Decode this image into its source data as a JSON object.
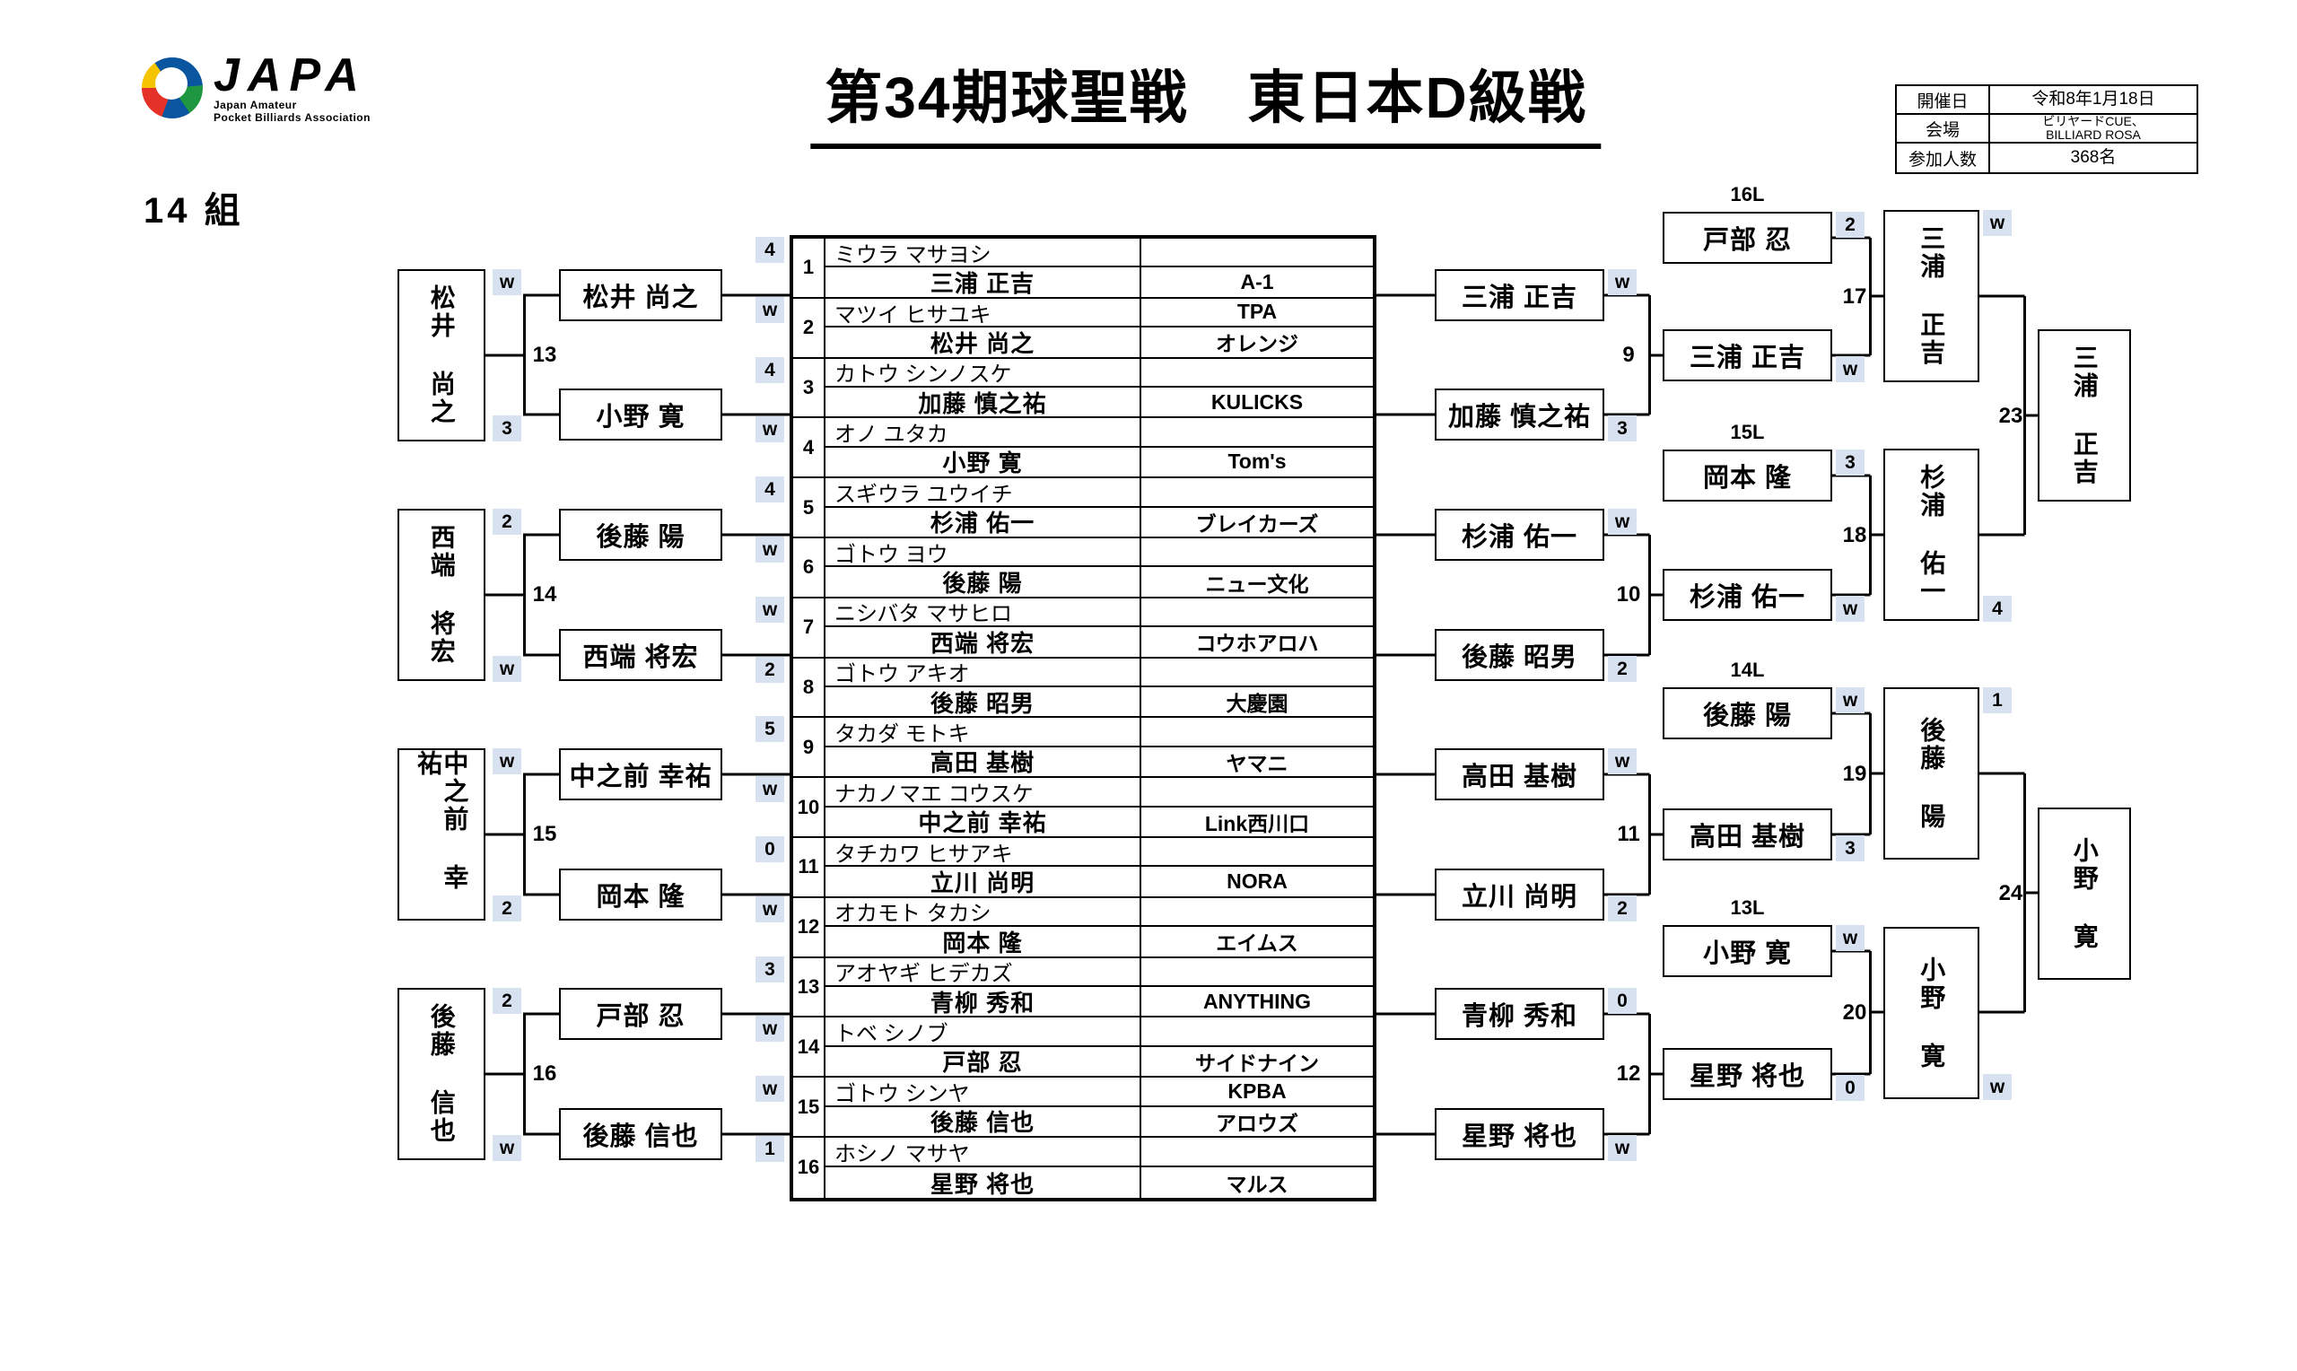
{
  "header": {
    "logo": {
      "brand": "JAPA",
      "sub1": "Japan Amateur",
      "sub2": "Pocket Billiards Association"
    },
    "title": "第34期球聖戦　東日本D級戦",
    "group_label": "14 組",
    "info": [
      {
        "label": "開催日",
        "value": "令和8年1月18日"
      },
      {
        "label": "会場",
        "value": "ビリヤードCUE、",
        "value2": "BILLIARD ROSA"
      },
      {
        "label": "参加人数",
        "value": "368名"
      }
    ]
  },
  "entries": [
    {
      "num": "1",
      "kana": "ミウラ マサヨシ",
      "name": "三浦 正吉",
      "team1": "",
      "team2": "A-1",
      "score": "4"
    },
    {
      "num": "2",
      "kana": "マツイ ヒサユキ",
      "name": "松井 尚之",
      "team1": "TPA",
      "team2": "オレンジ",
      "score": "w"
    },
    {
      "num": "3",
      "kana": "カトウ シンノスケ",
      "name": "加藤 慎之祐",
      "team1": "",
      "team2": "KULICKS",
      "score": "4"
    },
    {
      "num": "4",
      "kana": "オノ ユタカ",
      "name": "小野 寛",
      "team1": "",
      "team2": "Tom's",
      "score": "w"
    },
    {
      "num": "5",
      "kana": "スギウラ ユウイチ",
      "name": "杉浦 佑一",
      "team1": "",
      "team2": "ブレイカーズ",
      "score": "4"
    },
    {
      "num": "6",
      "kana": "ゴトウ ヨウ",
      "name": "後藤 陽",
      "team1": "",
      "team2": "ニュー文化",
      "score": "w"
    },
    {
      "num": "7",
      "kana": "ニシバタ マサヒロ",
      "name": "西端 将宏",
      "team1": "",
      "team2": "コウホアロハ",
      "score": "w"
    },
    {
      "num": "8",
      "kana": "ゴトウ アキオ",
      "name": "後藤 昭男",
      "team1": "",
      "team2": "大慶園",
      "score": "2"
    },
    {
      "num": "9",
      "kana": "タカダ モトキ",
      "name": "高田 基樹",
      "team1": "",
      "team2": "ヤマニ",
      "score": "5"
    },
    {
      "num": "10",
      "kana": "ナカノマエ コウスケ",
      "name": "中之前 幸祐",
      "team1": "",
      "team2": "Link西川口",
      "score": "w"
    },
    {
      "num": "11",
      "kana": "タチカワ ヒサアキ",
      "name": "立川 尚明",
      "team1": "",
      "team2": "NORA",
      "score": "0"
    },
    {
      "num": "12",
      "kana": "オカモト タカシ",
      "name": "岡本 隆",
      "team1": "",
      "team2": "エイムス",
      "score": "w"
    },
    {
      "num": "13",
      "kana": "アオヤギ ヒデカズ",
      "name": "青柳 秀和",
      "team1": "",
      "team2": "ANYTHING",
      "score": "3"
    },
    {
      "num": "14",
      "kana": "トベ シノブ",
      "name": "戸部 忍",
      "team1": "",
      "team2": "サイドナイン",
      "score": "w"
    },
    {
      "num": "15",
      "kana": "ゴトウ シンヤ",
      "name": "後藤 信也",
      "team1": "KPBA",
      "team2": "アロウズ",
      "score": "w"
    },
    {
      "num": "16",
      "kana": "ホシノ マサヤ",
      "name": "星野 将也",
      "team1": "",
      "team2": "マルス",
      "score": "1"
    }
  ],
  "left": {
    "r2": [
      "松井 尚之",
      "小野 寛",
      "後藤 陽",
      "西端 将宏",
      "中之前 幸祐",
      "岡本 隆",
      "戸部 忍",
      "後藤 信也"
    ],
    "matches": [
      {
        "num": "13",
        "top_score": "w",
        "bottom_score": "3",
        "winner": "松井 尚之"
      },
      {
        "num": "14",
        "top_score": "2",
        "bottom_score": "w",
        "winner": "西端 将宏"
      },
      {
        "num": "15",
        "top_score": "w",
        "bottom_score": "2",
        "winner": "中之前 幸祐"
      },
      {
        "num": "16",
        "top_score": "2",
        "bottom_score": "w",
        "winner": "後藤 信也"
      }
    ]
  },
  "right": {
    "r1": [
      "三浦 正吉",
      "加藤 慎之祐",
      "杉浦 佑一",
      "後藤 昭男",
      "高田 基樹",
      "立川 尚明",
      "青柳 秀和",
      "星野 将也"
    ],
    "m9_12": [
      {
        "num": "9",
        "top_score": "w",
        "bottom_score": "3"
      },
      {
        "num": "10",
        "top_score": "w",
        "bottom_score": "2"
      },
      {
        "num": "11",
        "top_score": "w",
        "bottom_score": "2"
      },
      {
        "num": "12",
        "top_score": "0",
        "bottom_score": "w"
      }
    ],
    "r3": [
      {
        "drop_label": "16L",
        "drop_name": "戸部 忍",
        "drop_score": "2",
        "adv_name": "三浦 正吉",
        "adv_score": "w",
        "num": "17",
        "winner": "三浦 正吉"
      },
      {
        "drop_label": "15L",
        "drop_name": "岡本 隆",
        "drop_score": "3",
        "adv_name": "杉浦 佑一",
        "adv_score": "w",
        "num": "18",
        "winner": "杉浦 佑一"
      },
      {
        "drop_label": "14L",
        "drop_name": "後藤 陽",
        "drop_score": "w",
        "adv_name": "高田 基樹",
        "adv_score": "3",
        "num": "19",
        "winner": "後藤 陽"
      },
      {
        "drop_label": "13L",
        "drop_name": "小野 寛",
        "drop_score": "w",
        "adv_name": "星野 将也",
        "adv_score": "0",
        "num": "20",
        "winner": "小野 寛"
      }
    ],
    "r4": [
      {
        "num": "23",
        "top_score": "w",
        "bottom_score": "4",
        "winner": "三浦 正吉"
      },
      {
        "num": "24",
        "top_score": "1",
        "bottom_score": "w",
        "winner": "小野 寛"
      }
    ]
  }
}
